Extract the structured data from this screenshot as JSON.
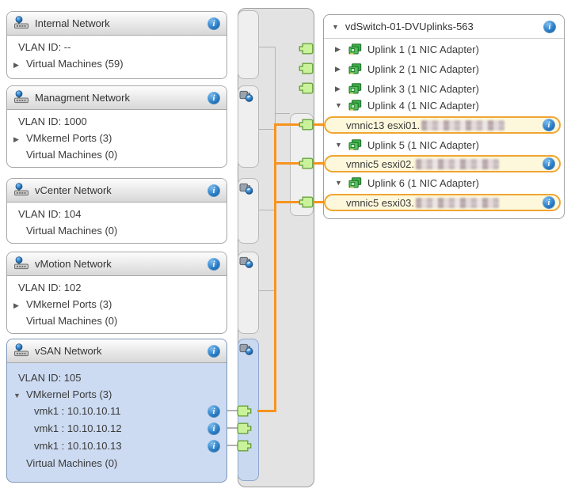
{
  "icons": {
    "info": "i",
    "collapsed": "▶",
    "expanded": "▼"
  },
  "colors": {
    "selection_blue": "#ccdbf2",
    "path_orange": "#f7941e",
    "port_green": "#c9f29b",
    "port_green_border": "#6aa23d",
    "pill_background": "#fdf8dc",
    "pill_border": "#f0a532",
    "info_icon_blue": "#1e6bb5"
  },
  "selection": {
    "selected_port_group": "vSAN Network"
  },
  "port_groups": [
    {
      "name": "Internal Network",
      "vlan": "VLAN ID: --",
      "rows": [
        {
          "state": "collapsed",
          "label": "Virtual Machines (59)"
        }
      ]
    },
    {
      "name": "Managment Network",
      "vlan": "VLAN ID: 1000",
      "rows": [
        {
          "state": "collapsed",
          "label": "VMkernel Ports (3)"
        },
        {
          "label": "Virtual Machines (0)"
        }
      ]
    },
    {
      "name": "vCenter Network",
      "vlan": "VLAN ID: 104",
      "rows": [
        {
          "label": "Virtual Machines (0)"
        }
      ]
    },
    {
      "name": "vMotion Network",
      "vlan": "VLAN ID: 102",
      "rows": [
        {
          "state": "collapsed",
          "label": "VMkernel Ports (3)"
        },
        {
          "label": "Virtual Machines (0)"
        }
      ]
    },
    {
      "name": "vSAN Network",
      "vlan": "VLAN ID: 105",
      "rows": [
        {
          "state": "expanded",
          "label": "VMkernel Ports (3)"
        }
      ],
      "vmkernel_ports": [
        "vmk1 : 10.10.10.11",
        "vmk1 : 10.10.10.12",
        "vmk1 : 10.10.10.13"
      ],
      "footer": "Virtual Machines (0)"
    }
  ],
  "uplink_panel": {
    "title": "vdSwitch-01-DVUplinks-563",
    "uplinks": [
      {
        "label": "Uplink 1 (1 NIC Adapter)",
        "state": "collapsed"
      },
      {
        "label": "Uplink 2 (1 NIC Adapter)",
        "state": "collapsed"
      },
      {
        "label": "Uplink 3 (1 NIC Adapter)",
        "state": "collapsed"
      },
      {
        "label": "Uplink 4 (1 NIC Adapter)",
        "state": "expanded",
        "vmnic": "vmnic13 esxi01."
      },
      {
        "label": "Uplink 5 (1 NIC Adapter)",
        "state": "expanded",
        "vmnic": "vmnic5 esxi02."
      },
      {
        "label": "Uplink 6 (1 NIC Adapter)",
        "state": "expanded",
        "vmnic": "vmnic5 esxi03."
      }
    ]
  }
}
